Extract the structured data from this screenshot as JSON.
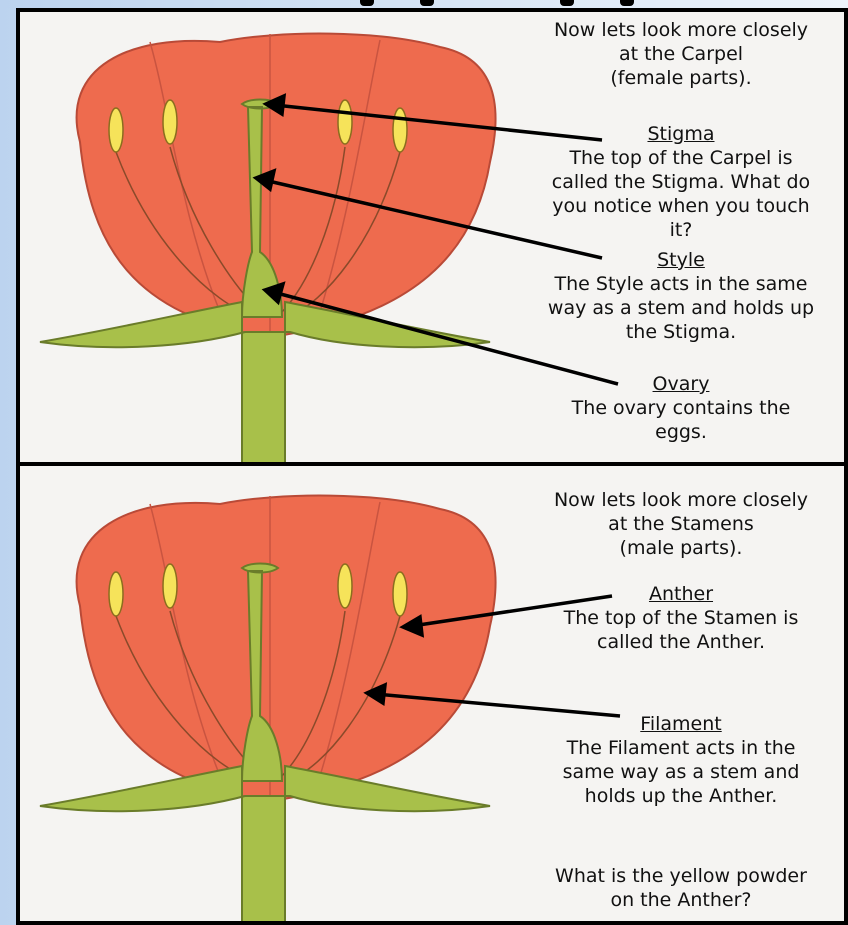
{
  "colors": {
    "petal": "#ee6b4e",
    "petal_edge": "#b94a37",
    "green_stalk": "#a8c04a",
    "green_edge": "#6a7c2a",
    "anther": "#f6e35a",
    "anther_edge": "#8a6d1e",
    "background": "#f5f4f2",
    "border": "#000000"
  },
  "carpel_panel": {
    "intro": [
      "Now lets look more closely",
      "at the Carpel",
      "(female parts)."
    ],
    "stigma_heading": "Stigma",
    "stigma_text": [
      "The top of the Carpel is",
      "called the Stigma. What do",
      "you notice when you touch",
      "it?"
    ],
    "style_heading": "Style",
    "style_text": [
      "The Style acts in the same",
      "way as a stem and holds up",
      "the Stigma."
    ],
    "ovary_heading": "Ovary",
    "ovary_text": [
      "The ovary contains the",
      "eggs."
    ]
  },
  "stamen_panel": {
    "intro": [
      "Now lets look more closely",
      "at the Stamens",
      "(male parts)."
    ],
    "anther_heading": "Anther",
    "anther_text": [
      "The top of the Stamen is",
      "called the Anther."
    ],
    "filament_heading": "Filament",
    "filament_text": [
      "The Filament acts in the",
      "same way as a stem and",
      "holds up the Anther."
    ],
    "question": [
      "What is the yellow powder",
      "on the Anther?"
    ]
  }
}
